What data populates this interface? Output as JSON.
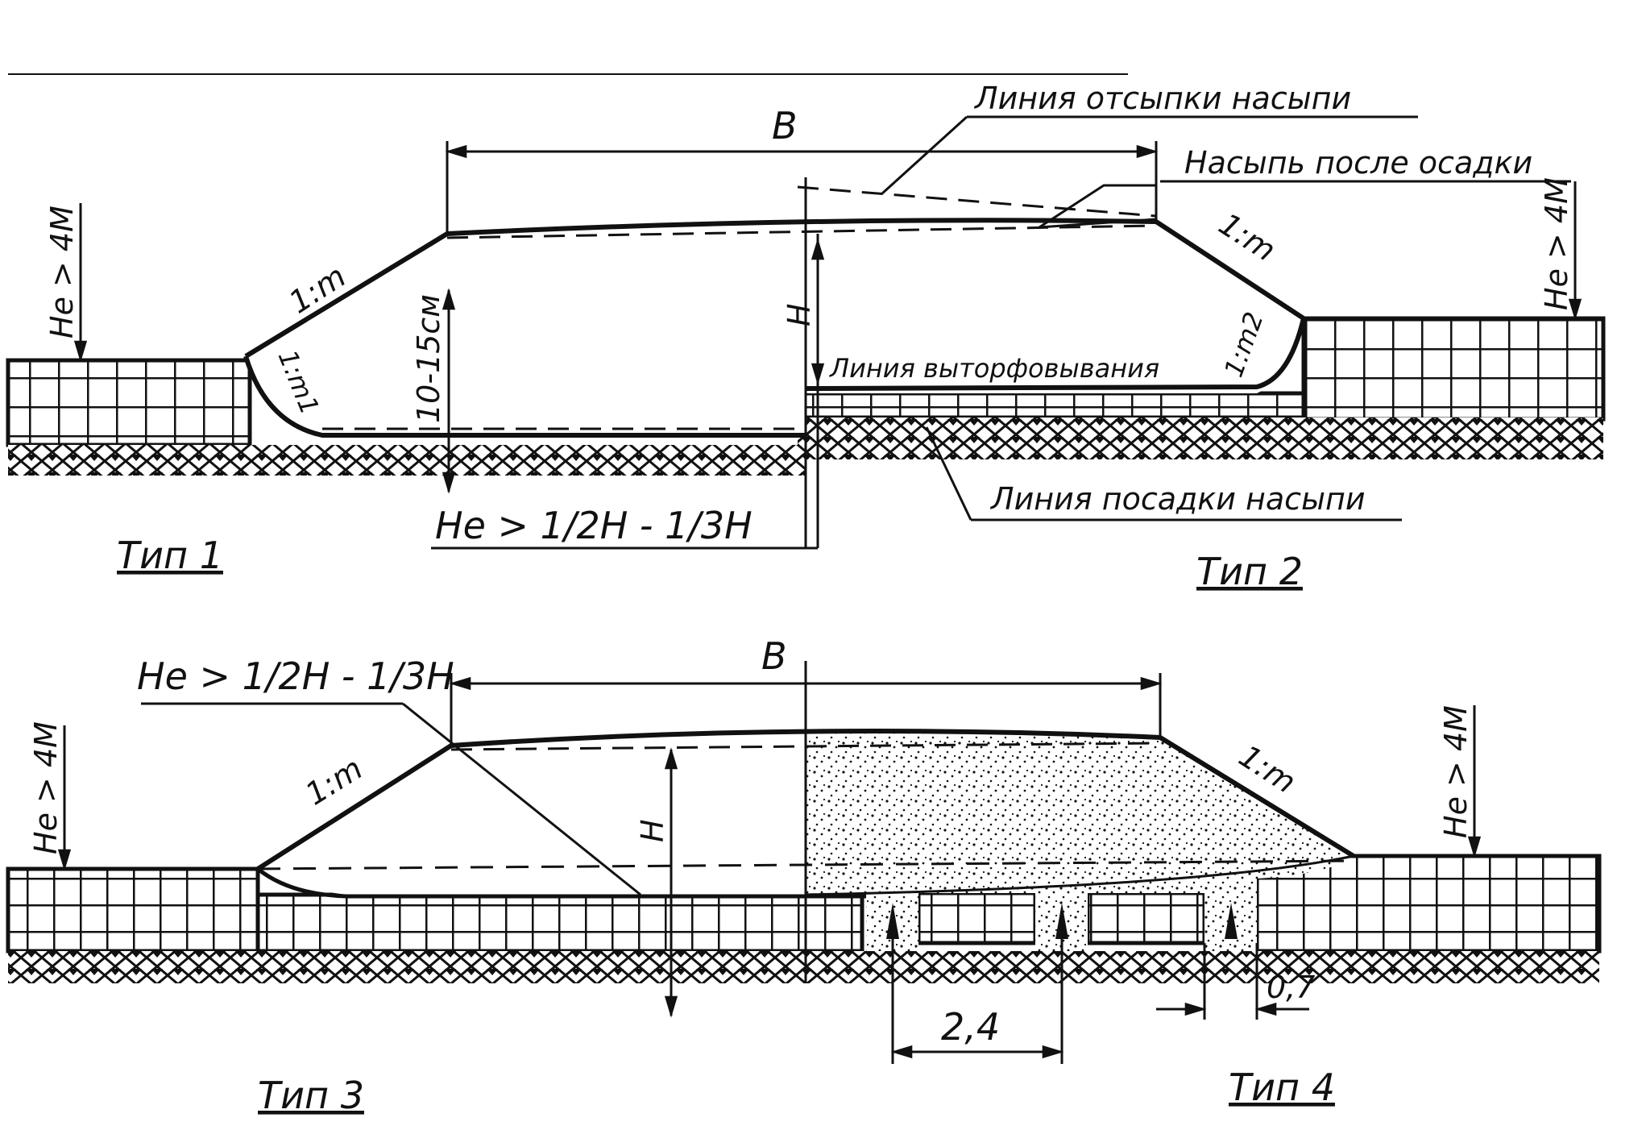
{
  "top": {
    "width_label": "B",
    "fill_line_label": "Линия отсыпки насыпи",
    "settled_label": "Насыпь после осадки",
    "peat_removal_label": "Линия выторфовывания",
    "settlement_line_label": "Линия посадки насыпи",
    "depth_label_left": "Не > 4М",
    "depth_label_right": "Не > 4М",
    "slope_left": "1:m",
    "slope_left_bottom": "1:m1",
    "slope_right": "1:m",
    "slope_right_bottom": "1:m2",
    "thickness_label": "10-15см",
    "height_label": "Н",
    "depth_ratio_label": "Не > 1/2Н - 1/3Н",
    "type_left": "Тип 1",
    "type_right": "Тип 2"
  },
  "bottom": {
    "width_label": "B",
    "depth_ratio_label": "Не > 1/2Н - 1/3Н",
    "depth_label_left": "Не > 4М",
    "depth_label_right": "Не > 4М",
    "slope_left": "1:m",
    "slope_right": "1:m",
    "height_label": "Н",
    "spacing_label": "2,4",
    "gap_label": "0,7",
    "type_left": "Тип 3",
    "type_right": "Тип 4"
  },
  "colors": {
    "ink": "#111111",
    "paper": "#ffffff"
  }
}
